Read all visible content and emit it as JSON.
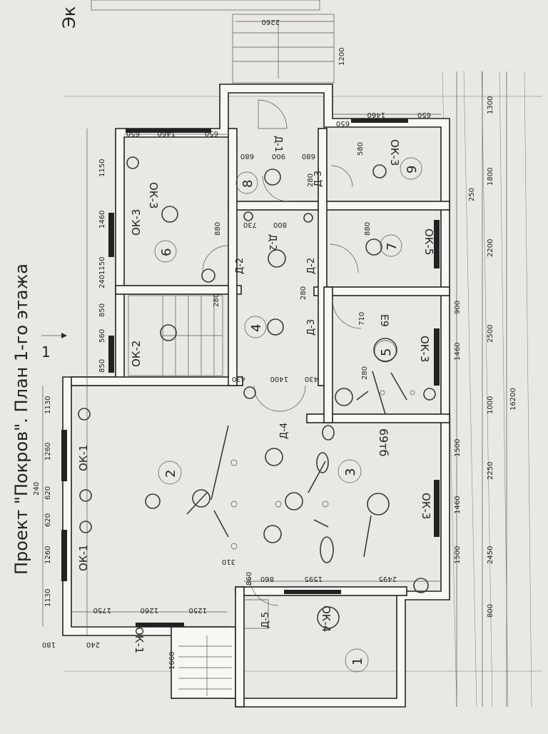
{
  "title": "Проект \"Покров\". План 1-го этажа",
  "corner_text": "Эк",
  "section_mark": "1",
  "rooms": [
    "1",
    "2",
    "3",
    "4",
    "5",
    "6",
    "7",
    "8",
    "9"
  ],
  "labels": {
    "ok1": "ОК-1",
    "ok2": "ОК-2",
    "ok3": "ОК-3",
    "ok4": "ОК-4",
    "ok5": "ОК-5",
    "d1": "Д-1",
    "d2": "Д-2",
    "d3": "Д-3",
    "d4": "Д-4",
    "d5": "Д-5"
  },
  "dims": {
    "d2260": "2260",
    "d1200": "1200",
    "d1300": "1300",
    "d1800": "1800",
    "d2200": "2200",
    "d2500": "2500",
    "d1000": "1000",
    "d2250": "2250",
    "d2450": "2450",
    "d800": "800",
    "d16200": "16200",
    "d250": "250",
    "d1150": "1150",
    "d1460": "1460",
    "d240": "240",
    "d850": "850",
    "d560": "560",
    "d1130": "1130",
    "d1260": "1260",
    "d620": "620",
    "d180": "180",
    "d1750": "1750",
    "d1250": "1250",
    "d1660": "1660",
    "d650": "650",
    "d680": "680",
    "d900": "900",
    "d280": "280",
    "d880": "880",
    "d1400": "1400",
    "d430": "430",
    "d1500": "1500",
    "d860": "860",
    "d1595": "1595",
    "d2495": "2495",
    "d310": "310",
    "d580": "580",
    "d730": "730",
    "d710": "710"
  },
  "handwriting": {
    "note1": "E9",
    "note2": "69тб"
  }
}
